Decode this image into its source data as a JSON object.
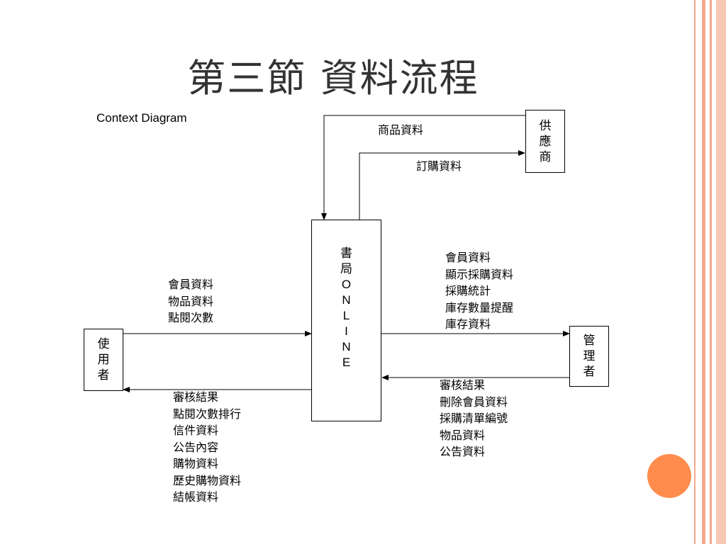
{
  "slide": {
    "title": "第三節  資料流程",
    "subtitle": "Context Diagram"
  },
  "colors": {
    "frame": "#f4a88c",
    "accent": "#ff8c4c",
    "title": "#333333",
    "line": "#000000"
  },
  "entities": {
    "supplier": [
      "供",
      "應",
      "商"
    ],
    "system": [
      "書",
      "局",
      "O",
      "N",
      "L",
      "I",
      "N",
      "E"
    ],
    "user": [
      "使",
      "用",
      "者"
    ],
    "admin": [
      "管",
      "理",
      "者"
    ]
  },
  "flows": {
    "supplier_to_system": "商品資料",
    "system_to_supplier": "訂購資料",
    "user_to_system": [
      "會員資料",
      "物品資料",
      "點閱次數"
    ],
    "system_to_user": [
      "審核結果",
      "點閱次數排行",
      "信件資料",
      "公告內容",
      "購物資料",
      "歷史購物資料",
      "結帳資料"
    ],
    "system_to_admin": [
      "會員資料",
      "顯示採購資料",
      "採購統計",
      "庫存數量提醒",
      "庫存資料"
    ],
    "admin_to_system": [
      "審核結果",
      "刪除會員資料",
      "採購清單編號",
      "物品資料",
      "公告資料"
    ]
  }
}
